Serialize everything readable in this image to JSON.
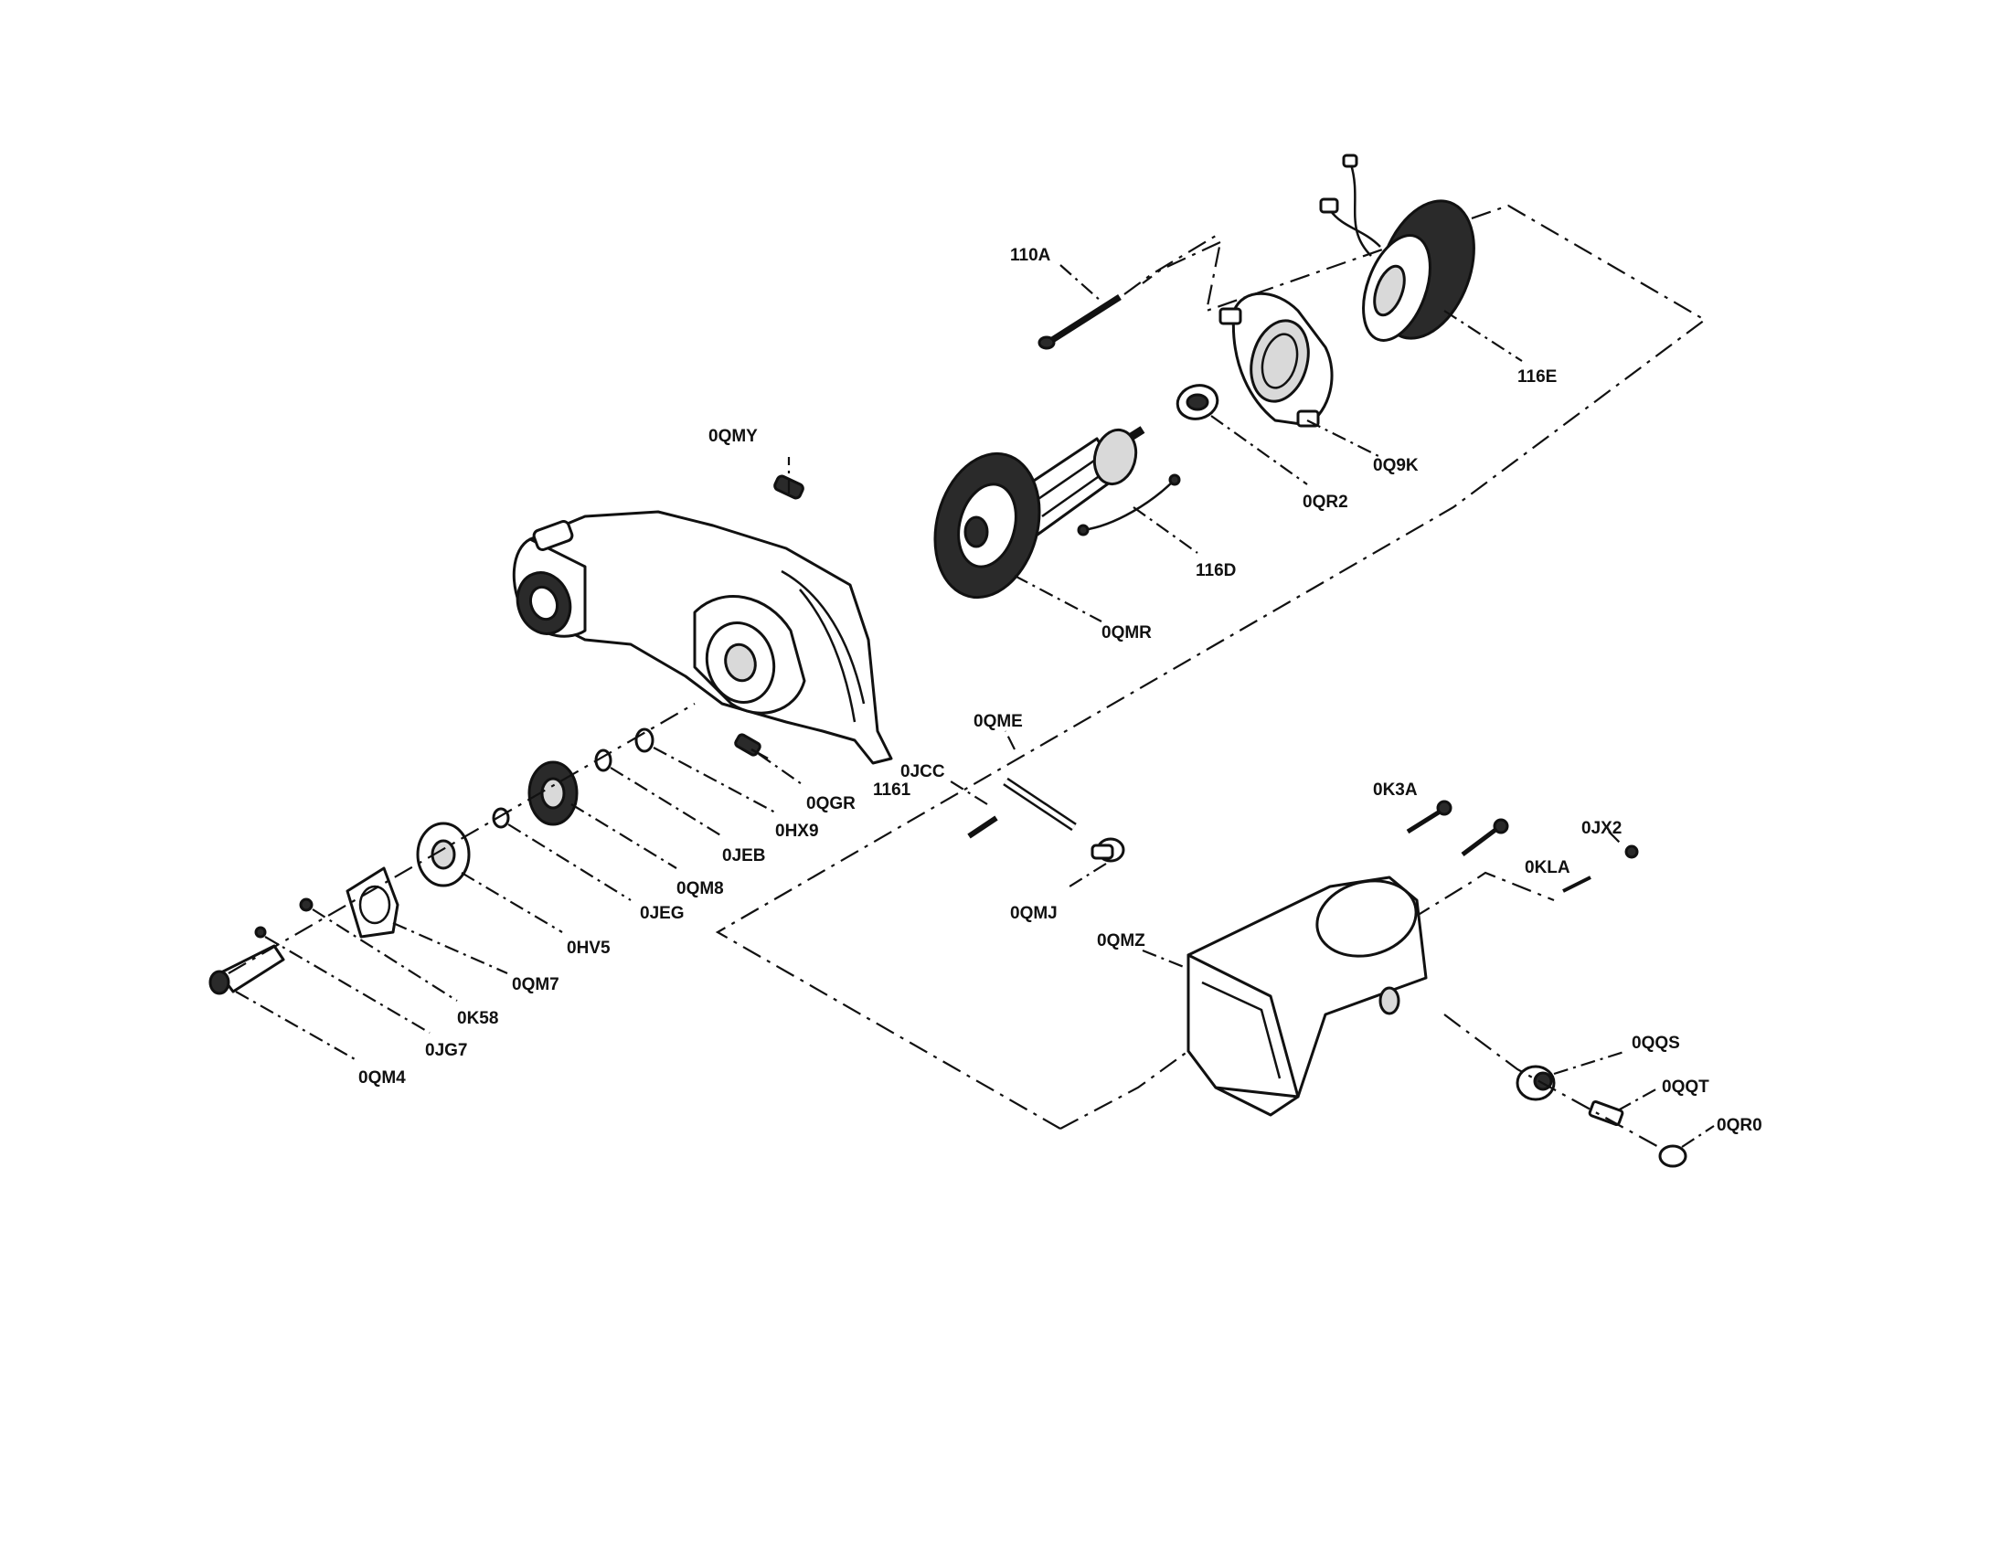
{
  "labels": {
    "p110A": "110A",
    "p116E": "116E",
    "p0Q9K": "0Q9K",
    "p0QR2": "0QR2",
    "p116D": "116D",
    "p0QMY": "0QMY",
    "p0QMR": "0QMR",
    "p0QGR": "0QGR",
    "p1161": "1161",
    "p0JCC": "0JCC",
    "p0QME": "0QME",
    "p0HX9": "0HX9",
    "p0JEB": "0JEB",
    "p0QM8": "0QM8",
    "p0JEG": "0JEG",
    "p0HV5": "0HV5",
    "p0QM7": "0QM7",
    "p0K58": "0K58",
    "p0JG7": "0JG7",
    "p0QM4": "0QM4",
    "p0QMJ": "0QMJ",
    "p0K3A": "0K3A",
    "p0JX2": "0JX2",
    "p0KLA": "0KLA",
    "p0QMZ": "0QMZ",
    "p0QQS": "0QQS",
    "p0QQT": "0QQT",
    "p0QR0": "0QR0"
  }
}
